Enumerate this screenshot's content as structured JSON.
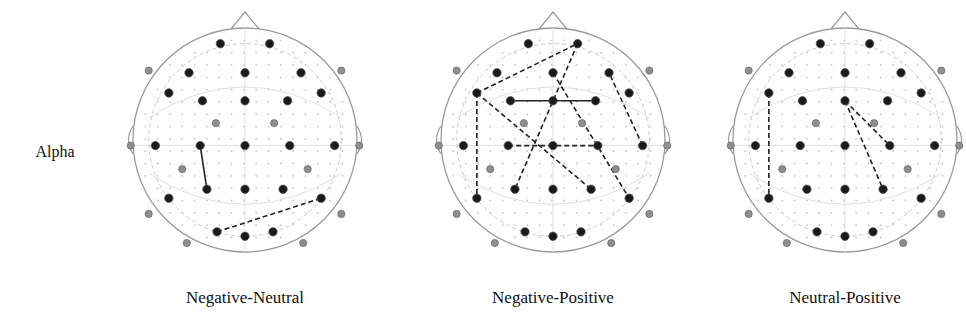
{
  "diagram": {
    "labels": [
      "Alpha",
      "Negative-Neutral",
      "Negative-Positive",
      "Neutral-Positive"
    ]
  }
}
